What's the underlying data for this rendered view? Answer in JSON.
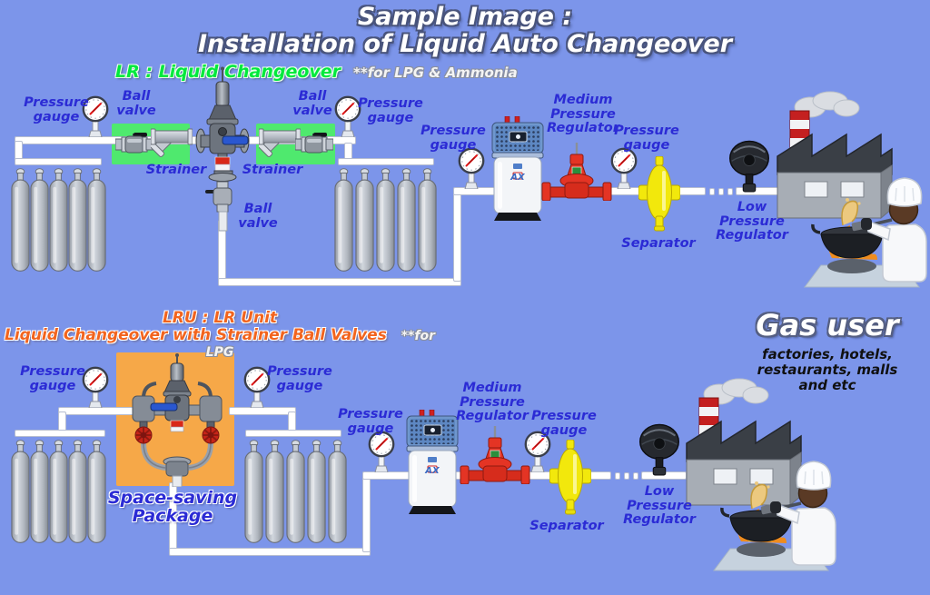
{
  "title": {
    "line1": "Sample Image :",
    "line2": "Installation of Liquid Auto Changeover"
  },
  "shared_labels": {
    "pressure_gauge": "Pressure\ngauge",
    "ball_valve": "Ball\nvalve",
    "strainer": "Strainer",
    "separator": "Separator",
    "medium_pressure_regulator": "Medium\nPressure\nRegulator",
    "low_pressure_regulator": "Low\nPressure\nRegulator",
    "vaporizer_brand": "AX"
  },
  "top_system": {
    "heading": "LR :  Liquid Changeover",
    "heading_note": "**for LPG & Ammonia"
  },
  "bottom_system": {
    "heading_line1": "LRU : LR Unit",
    "heading_line2": "Liquid Changeover with Strainer Ball Valves",
    "heading_note": "**for LPG",
    "package_label": "Space-saving\nPackage"
  },
  "gas_user": {
    "heading": "Gas user",
    "description": "factories, hotels,\nrestaurants, malls\nand etc"
  },
  "colors": {
    "background": "#7C95EA",
    "label_blue": "#2B2BD5",
    "highlight_green": "#4FE96E",
    "highlight_orange": "#F6A848",
    "heading_green": "#00E93C",
    "heading_orange": "#F2641E",
    "separator_yellow": "#F2E80C",
    "regulator_red": "#E03024",
    "pipe_white": "#FFFFFF"
  }
}
